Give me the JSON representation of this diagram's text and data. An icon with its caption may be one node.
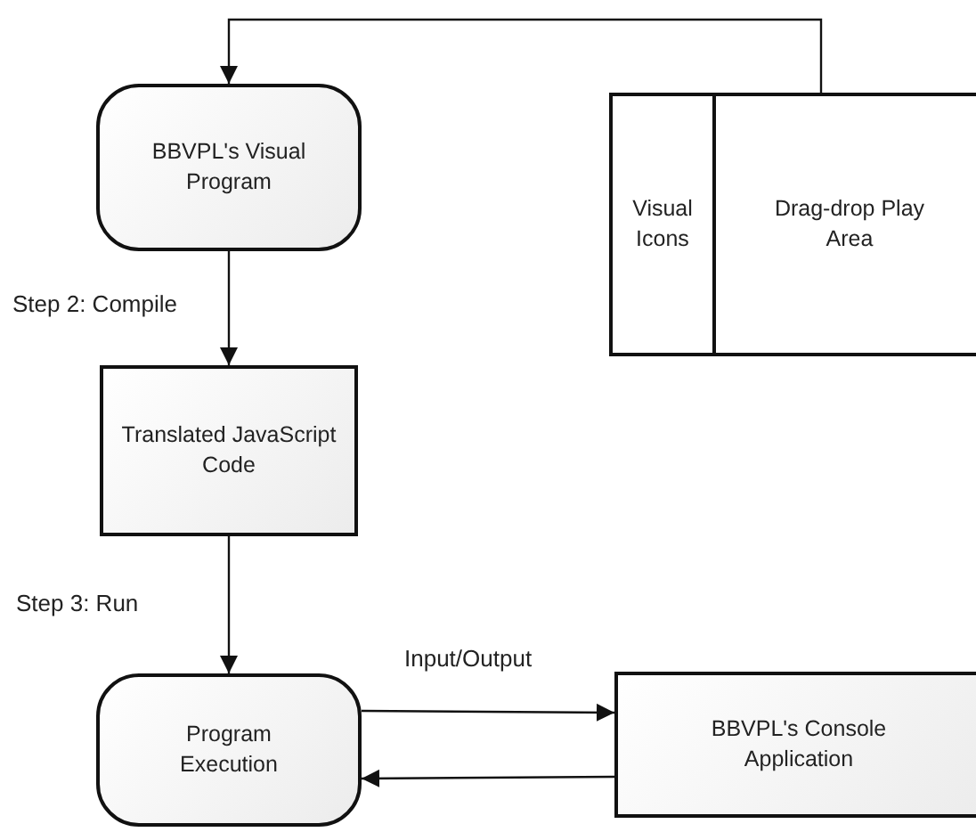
{
  "diagram": {
    "nodes": [
      {
        "text": [
          "BBVPL's Visual Program"
        ]
      },
      {
        "text": [],
        "shape": "box"
      },
      {
        "text": [
          "Visual Icons"
        ],
        "in": 1
      },
      {
        "text": [
          "Drag-drop Play Area"
        ],
        "in": 1
      },
      {
        "text": [
          "Translated JavaScript Code"
        ]
      },
      {
        "text": [
          "Program Execution"
        ]
      },
      {
        "text": [
          "BBVPL's Console Application"
        ]
      }
    ],
    "edges": [
      {
        "from": 1,
        "to": 0,
        "arrow": "to"
      },
      {
        "from": 0,
        "to": 4,
        "arrow": "to",
        "label": "Step 2: Compile"
      },
      {
        "from": 4,
        "to": 5,
        "arrow": "to",
        "label": "Step 3: Run"
      },
      {
        "from": 5,
        "to": 6,
        "arrow": "to",
        "label": "Input/Output"
      },
      {
        "from": 6,
        "to": 5,
        "arrow": "to"
      }
    ]
  }
}
